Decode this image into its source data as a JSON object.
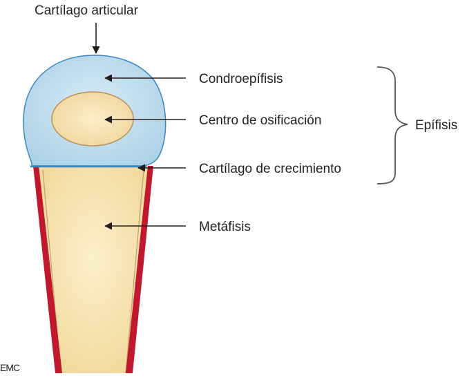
{
  "labels": {
    "cartilago_articular": "Cartílago articular",
    "condroepifisis": "Condroepífisis",
    "centro_osificacion": "Centro de osificación",
    "cartilago_crecimiento": "Cartílago de crecimiento",
    "metafisis": "Metáfisis",
    "epifisis": "Epífisis"
  },
  "watermark": "EMC",
  "colors": {
    "cartilage_fill": "#bddcec",
    "cartilage_stroke": "#3a88c2",
    "ossification_fill": "#f3dea8",
    "ossification_stroke": "#b9915a",
    "bone_fill": "#f6e4b0",
    "cortex": "#c0182c",
    "arrow": "#231f20"
  }
}
